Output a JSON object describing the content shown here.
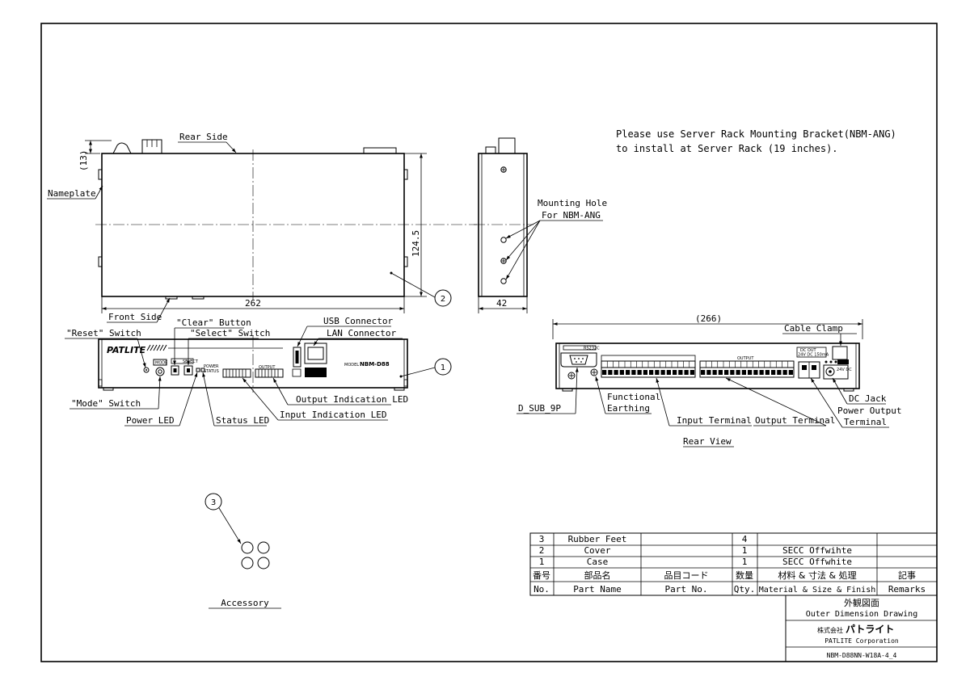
{
  "notes": {
    "line1": "Please use Server Rack Mounting Bracket(NBM-ANG)",
    "line2": "to install at Server Rack (19 inches)."
  },
  "top_view": {
    "rear_side": "Rear Side",
    "front_side": "Front Side",
    "nameplate": "Nameplate",
    "dim_width": "262",
    "dim_height": "124.5",
    "dim_offset": "(13)"
  },
  "side_view": {
    "mounting_hole_1": "Mounting Hole",
    "mounting_hole_2": "For NBM-ANG",
    "dim_depth": "42"
  },
  "front_view": {
    "brand": "PATLITE",
    "model_small": "MODEL",
    "model": "NBM-D88",
    "mode_tag": "MODE",
    "select_tag": "SELECT",
    "power_tag": "POWER",
    "status_tag": "STATUS",
    "output_tag": "OUTPUT",
    "reset_switch": "\"Reset\" Switch",
    "clear_button": "\"Clear\" Button",
    "select_switch": "\"Select\" Switch",
    "usb_connector": "USB Connector",
    "lan_connector": "LAN Connector",
    "mode_switch": "\"Mode\" Switch",
    "power_led": "Power LED",
    "status_led": "Status LED",
    "input_led": "Input Indication LED",
    "output_led": "Output Indication LED"
  },
  "rear_view": {
    "title": "Rear View",
    "dim_width": "(266)",
    "cable_clamp": "Cable Clamp",
    "dc_jack": "DC Jack",
    "power_output_1": "Power Output",
    "power_output_2": "Terminal",
    "dsub": "D_SUB_9P",
    "earthing_1": "Functional",
    "earthing_2": "Earthing",
    "input_terminal": "Input Terminal",
    "output_terminal": "Output Terminal",
    "rs232c_tag": "RS232C",
    "output_tag": "OUTPUT",
    "dc_out_tag": "DC OUT",
    "dc_out_spec": "24V DC 150mA",
    "dc_in_spec": "24V DC"
  },
  "balloons": {
    "b1": "1",
    "b2": "2",
    "b3": "3"
  },
  "accessory": {
    "label": "Accessory"
  },
  "parts_table": {
    "rows": [
      {
        "no": "3",
        "name": "Rubber Feet",
        "part_no": "",
        "qty": "4",
        "material": "",
        "remarks": ""
      },
      {
        "no": "2",
        "name": "Cover",
        "part_no": "",
        "qty": "1",
        "material": "SECC  Offwihte",
        "remarks": ""
      },
      {
        "no": "1",
        "name": "Case",
        "part_no": "",
        "qty": "1",
        "material": "SECC  Offwhite",
        "remarks": ""
      }
    ],
    "header_jp": {
      "no": "番号",
      "name": "部品名",
      "part_no": "品目コード",
      "qty": "数量",
      "material": "材料 & 寸法 & 処理",
      "remarks": "記事"
    },
    "header_en": {
      "no": "No.",
      "name": "Part Name",
      "part_no": "Part No.",
      "qty": "Qty.",
      "material": "Material & Size & Finish",
      "remarks": "Remarks"
    }
  },
  "title_block": {
    "title_jp": "外観図面",
    "title_en": "Outer Dimension Drawing",
    "company_prefix_jp": "株式会社",
    "company_jp": "パトライト",
    "company_en": "PATLITE Corporation",
    "drawing_no": "NBM-D88NN-W18A-4_4"
  }
}
